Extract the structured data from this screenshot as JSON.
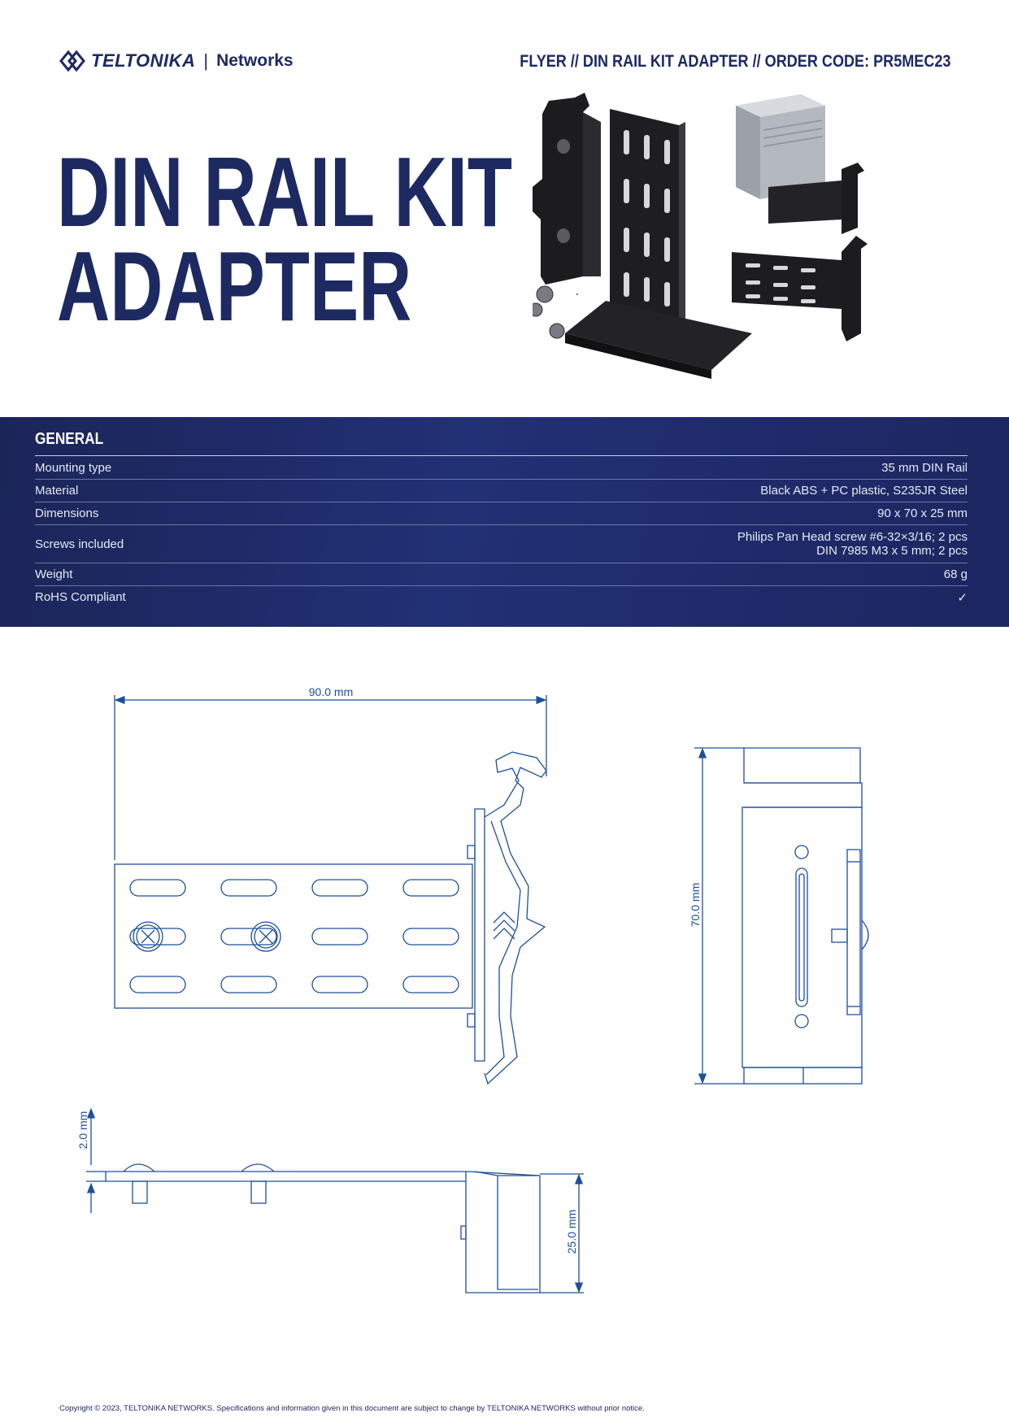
{
  "header": {
    "brand": "TELTONIKA",
    "separator": "|",
    "division": "Networks",
    "doc_label": "FLYER // DIN RAIL KIT ADAPTER // ORDER CODE: PR5MEC23"
  },
  "title": {
    "line1": "DIN RAIL KIT",
    "line2": "ADAPTER"
  },
  "specs": {
    "heading": "GENERAL",
    "rows": [
      {
        "label": "Mounting type",
        "value": "35 mm DIN Rail"
      },
      {
        "label": "Material",
        "value": "Black ABS + PC plastic, S235JR Steel"
      },
      {
        "label": "Dimensions",
        "value": "90 x 70 x 25 mm"
      },
      {
        "label": "Screws included",
        "value_line1": "Philips Pan Head screw #6-32×3/16; 2 pcs",
        "value_line2": "DIN 7985 M3 x 5 mm; 2 pcs"
      },
      {
        "label": "Weight",
        "value": "68 g"
      },
      {
        "label": "RoHS Compliant",
        "value": "✓"
      }
    ]
  },
  "drawings": {
    "width_dim": "90.0 mm",
    "height_dim": "70.0 mm",
    "thickness_dim": "2.0 mm",
    "depth_dim": "25.0 mm"
  },
  "footer": {
    "copyright": "Copyright © 2023, TELTONIKA NETWORKS. Specifications and information given in this document are subject to change by TELTONIKA NETWORKS without prior notice."
  },
  "colors": {
    "brand_navy": "#1d2a62",
    "drawing_blue": "#1d4f9c",
    "specs_band": "#1f2b68"
  }
}
